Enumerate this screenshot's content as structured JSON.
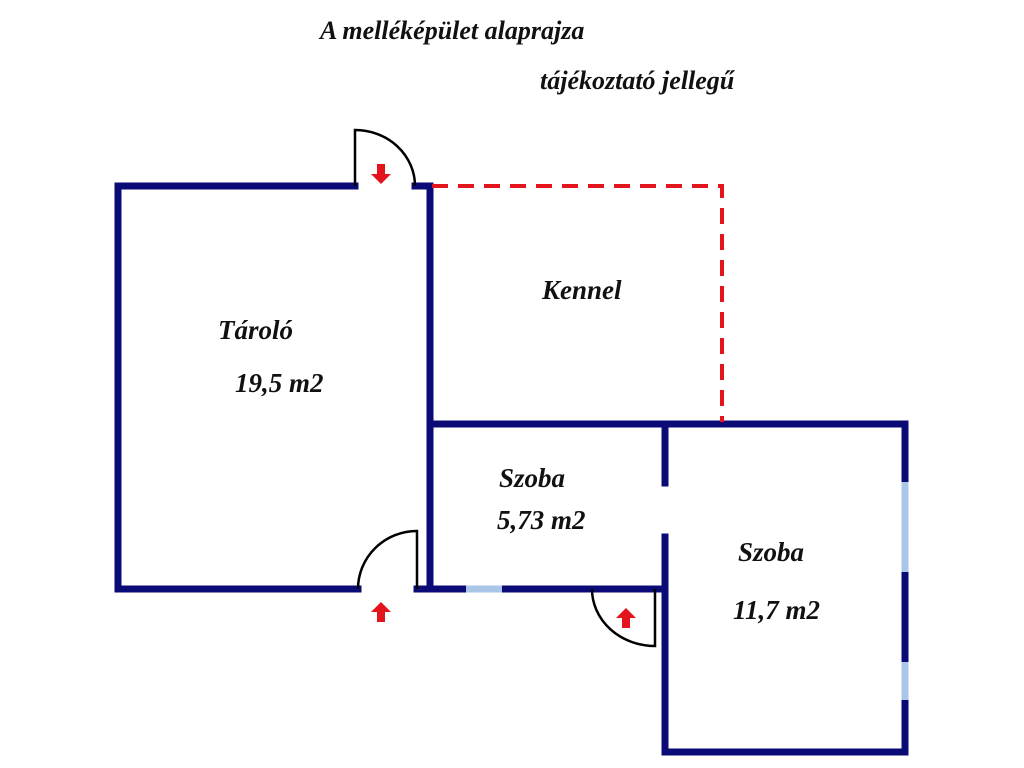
{
  "title": {
    "line1": "A melléképület alaprajza",
    "line2": "tájékoztató jellegű"
  },
  "rooms": [
    {
      "name": "Tároló",
      "area": "19,5 m2"
    },
    {
      "name": "Kennel"
    },
    {
      "name": "Szoba",
      "area": "5,73 m2"
    },
    {
      "name": "Szoba",
      "area": "11,7 m2"
    }
  ],
  "colors": {
    "wall": "#0b0b78",
    "kennel": "#e3141b",
    "window": "#a9c6e8",
    "arrow": "#e3141b",
    "door": "#000000"
  }
}
